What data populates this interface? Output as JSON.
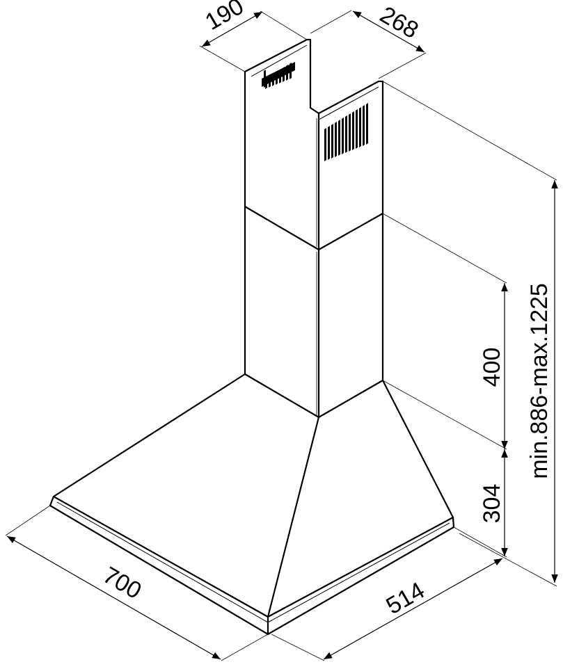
{
  "dimensions": {
    "chimney_depth": "190",
    "chimney_width": "268",
    "upper_chimney_height": "400",
    "canopy_height": "304",
    "overall_height": "min.886-max.1225",
    "hood_width": "700",
    "hood_depth": "514"
  },
  "colors": {
    "line": "#000000",
    "background": "#ffffff"
  }
}
